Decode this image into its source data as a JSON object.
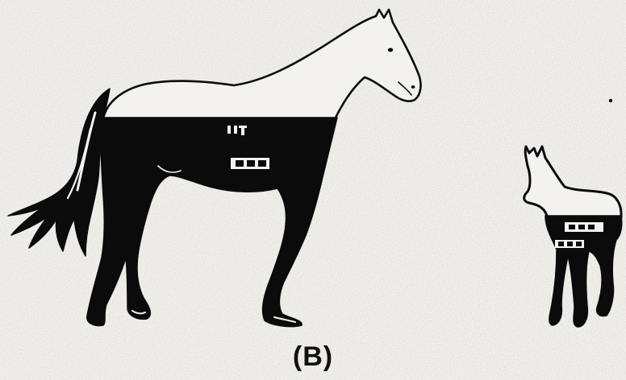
{
  "figure": {
    "caption": "(B)",
    "ink_color": "#0b0b0b",
    "paper_color": "#f4f2ee",
    "items": [
      {
        "id": "large-horse",
        "fill": "black-lower-body",
        "icon": "horse-icon"
      },
      {
        "id": "small-foal",
        "fill": "black-lower-body",
        "icon": "foal-icon"
      }
    ]
  }
}
